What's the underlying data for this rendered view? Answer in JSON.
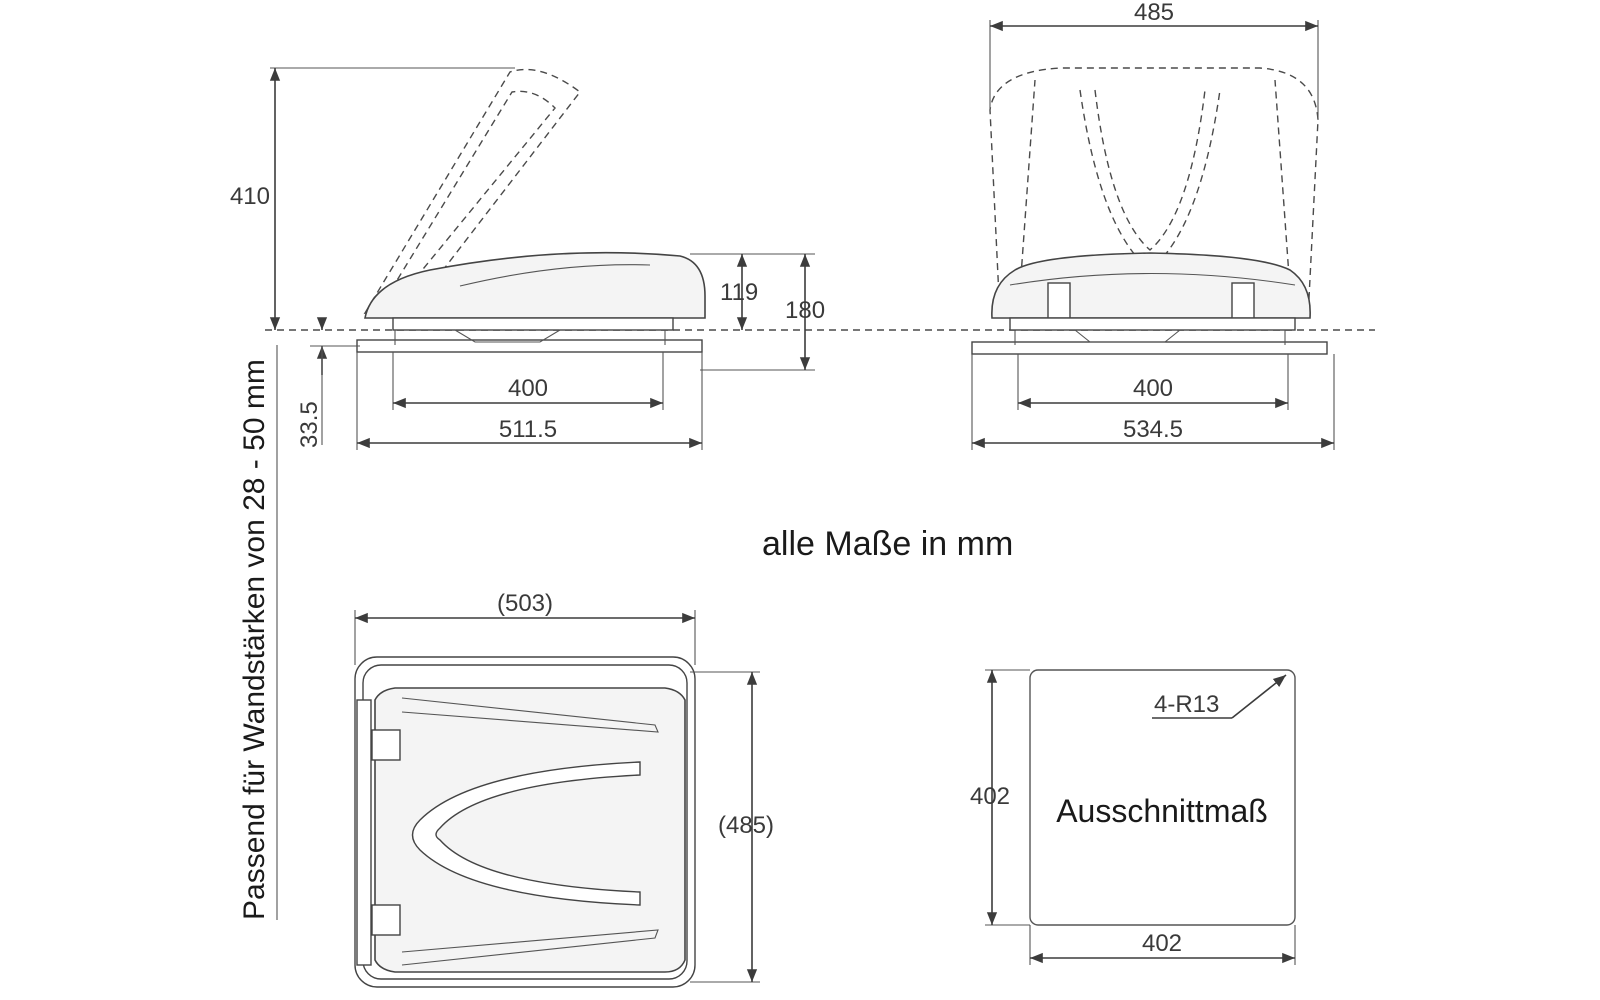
{
  "side_view": {
    "height_open": "410",
    "height_body": "119",
    "height_total": "180",
    "wall_thickness": "33.5",
    "inner_width": "400",
    "outer_width": "511.5"
  },
  "front_view": {
    "top_width": "485",
    "inner_width": "400",
    "outer_width": "534.5"
  },
  "units_note": "alle Maße in mm",
  "wall_note": "Passend für Wandstärken von 28 - 50 mm",
  "top_view": {
    "width": "(503)",
    "depth": "(485)"
  },
  "cutout": {
    "radius_label": "4-R13",
    "height": "402",
    "width": "402",
    "label": "Ausschnittmaß"
  }
}
